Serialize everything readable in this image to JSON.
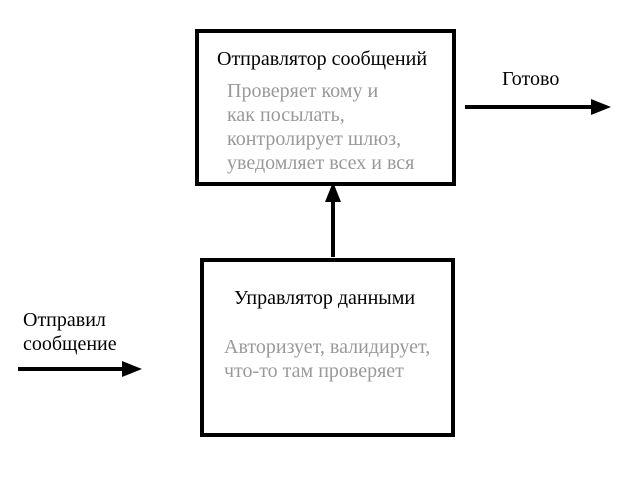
{
  "sender_box": {
    "title": "Отправлятор сообщений",
    "description": [
      "Проверяет кому и",
      "как посылать,",
      "контролирует шлюз,",
      "уведомляет всех и вся"
    ]
  },
  "data_box": {
    "title": "Управлятор данными",
    "description": [
      "Авторизует, валидирует,",
      "что-то там проверяет"
    ]
  },
  "labels": {
    "output": "Готово",
    "input_line1": "Отправил",
    "input_line2": "сообщение"
  },
  "colors": {
    "border": "#000000",
    "title_text": "#000000",
    "description_text": "#999999",
    "background": "#ffffff"
  }
}
